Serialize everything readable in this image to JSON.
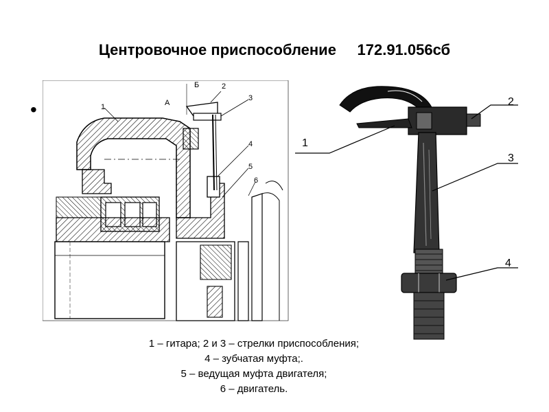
{
  "title": "Центровочное приспособление     172.91.056сб",
  "bullet": "•",
  "left_drawing": {
    "labels": {
      "b": "Б",
      "a": "А",
      "l1": "1",
      "l2": "2",
      "l3": "3",
      "l4": "4",
      "l5": "5",
      "l6": "6"
    }
  },
  "right_drawing": {
    "labels": {
      "l1": "1",
      "l2": "2",
      "l3": "3",
      "l4": "4"
    }
  },
  "caption": [
    "1 – гитара; 2 и 3 – стрелки приспособления;",
    "4 – зубчатая муфта;.",
    "5 – ведущая муфта двигателя;",
    "6 – двигатель."
  ]
}
